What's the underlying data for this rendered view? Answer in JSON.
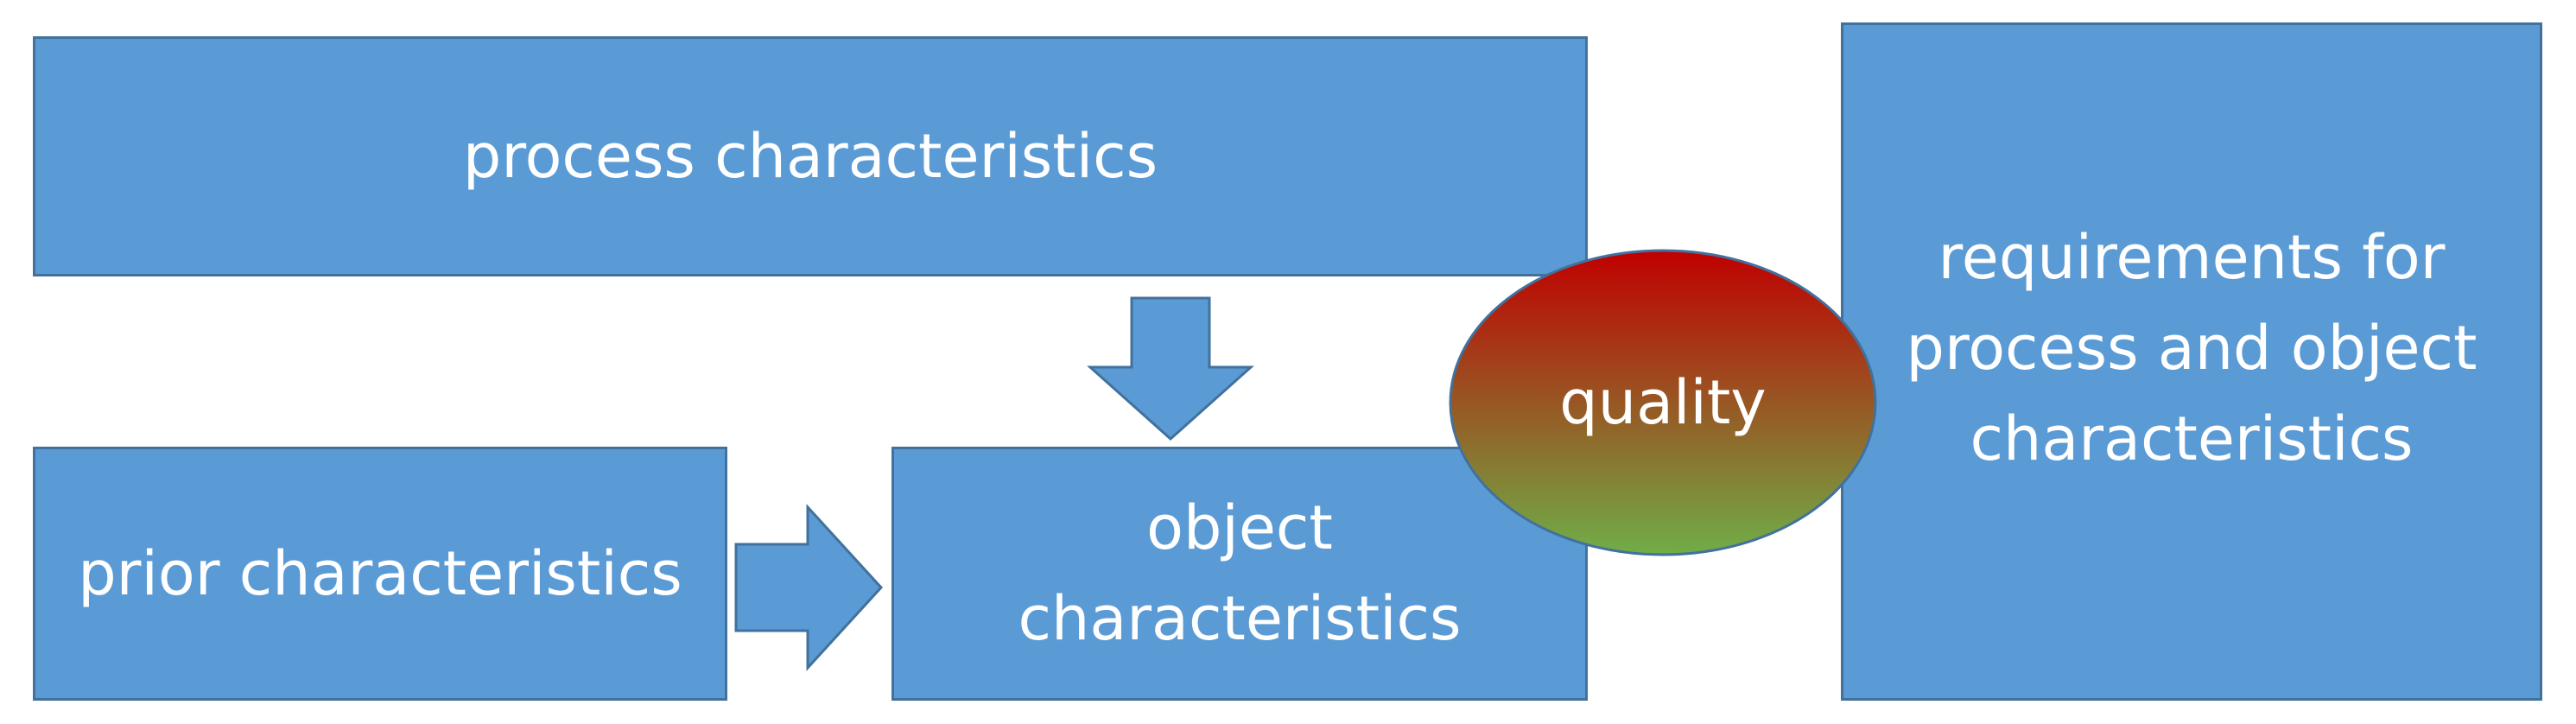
{
  "boxes": {
    "process": "process characteristics",
    "prior": "prior characteristics",
    "object_line1": "object",
    "object_line2": "characteristics",
    "req_line1": "requirements for",
    "req_line2": "process and object",
    "req_line3": "characteristics"
  },
  "quality": "quality",
  "colors": {
    "box_fill": "#5b9bd5",
    "box_border": "#41719c",
    "quality_top": "#c00000",
    "quality_bottom": "#70ad47",
    "text": "#ffffff"
  }
}
